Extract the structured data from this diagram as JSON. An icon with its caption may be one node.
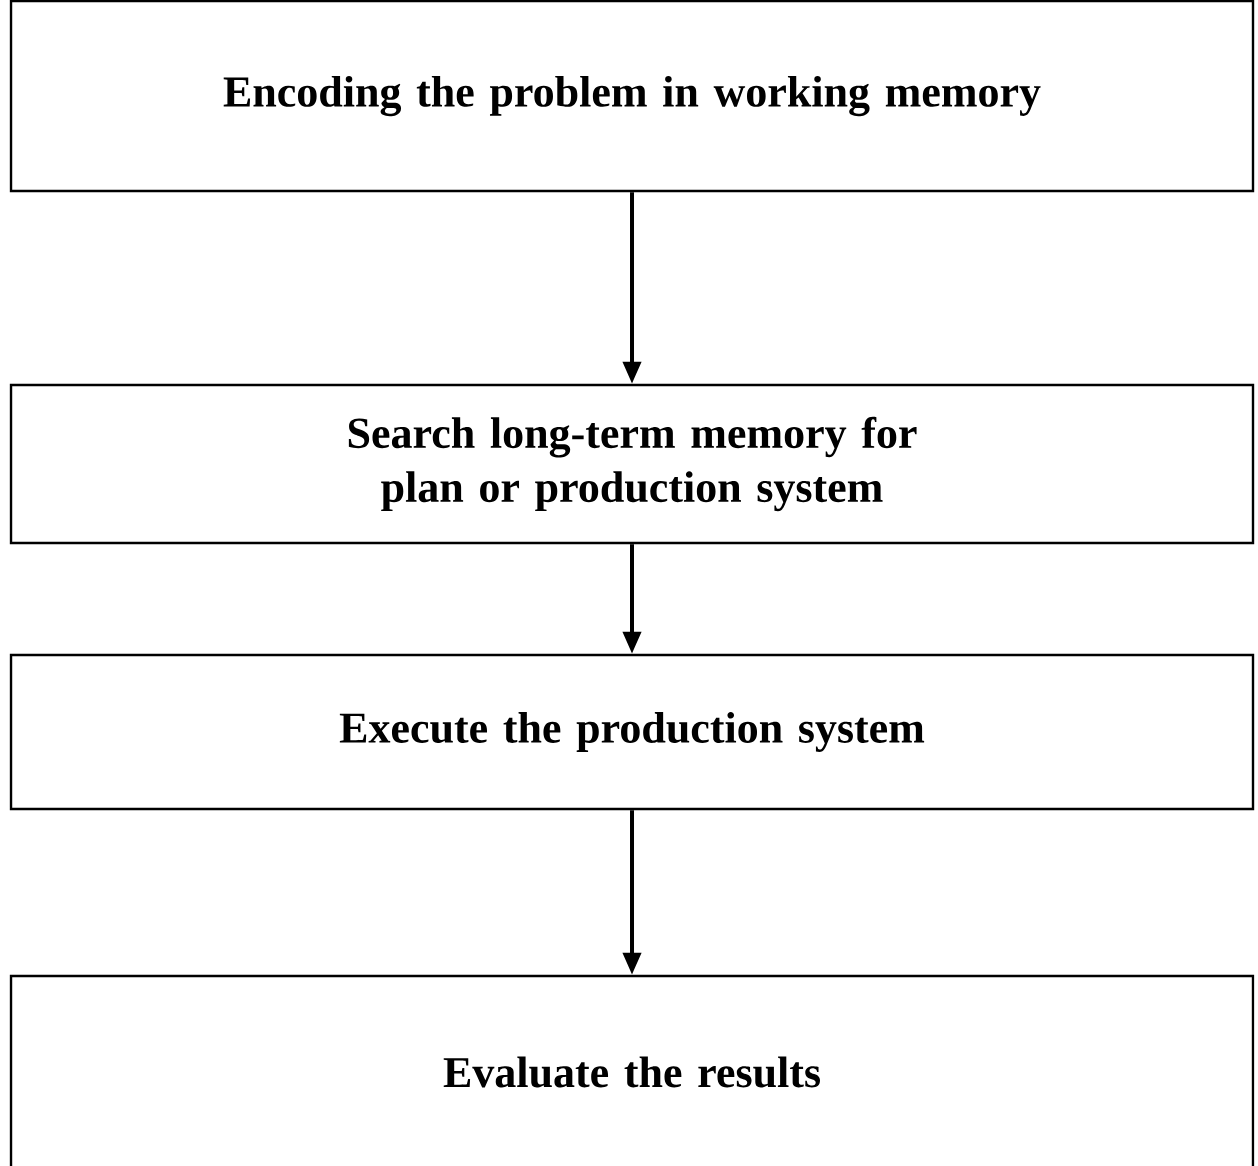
{
  "diagram": {
    "nodes": [
      {
        "text": [
          "Encoding the problem in working memory"
        ]
      },
      {
        "text": [
          "Search long-term memory for plan or production system"
        ]
      },
      {
        "text": [
          "Execute the production system"
        ]
      },
      {
        "text": [
          "Evaluate the results"
        ]
      }
    ],
    "edges": [
      {
        "from": 0,
        "to": 1,
        "arrow": "to"
      },
      {
        "from": 1,
        "to": 2,
        "arrow": "to"
      },
      {
        "from": 2,
        "to": 3,
        "arrow": "to"
      }
    ]
  }
}
